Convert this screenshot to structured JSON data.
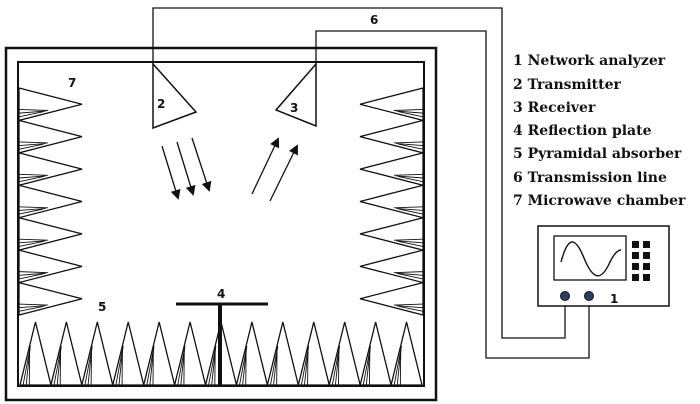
{
  "diagram": {
    "labels": {
      "analyzer": "1",
      "transmitter": "2",
      "receiver": "3",
      "plate": "4",
      "absorber": "5",
      "line": "6",
      "chamber": "7"
    },
    "legend": [
      "1 Network analyzer",
      "2 Transmitter",
      "3 Receiver",
      "4 Reflection plate",
      "5 Pyramidal absorber",
      "6 Transmission line",
      "7 Microwave chamber"
    ],
    "colors": {
      "stroke": "#111111",
      "knob": "#2d3c6b"
    }
  }
}
